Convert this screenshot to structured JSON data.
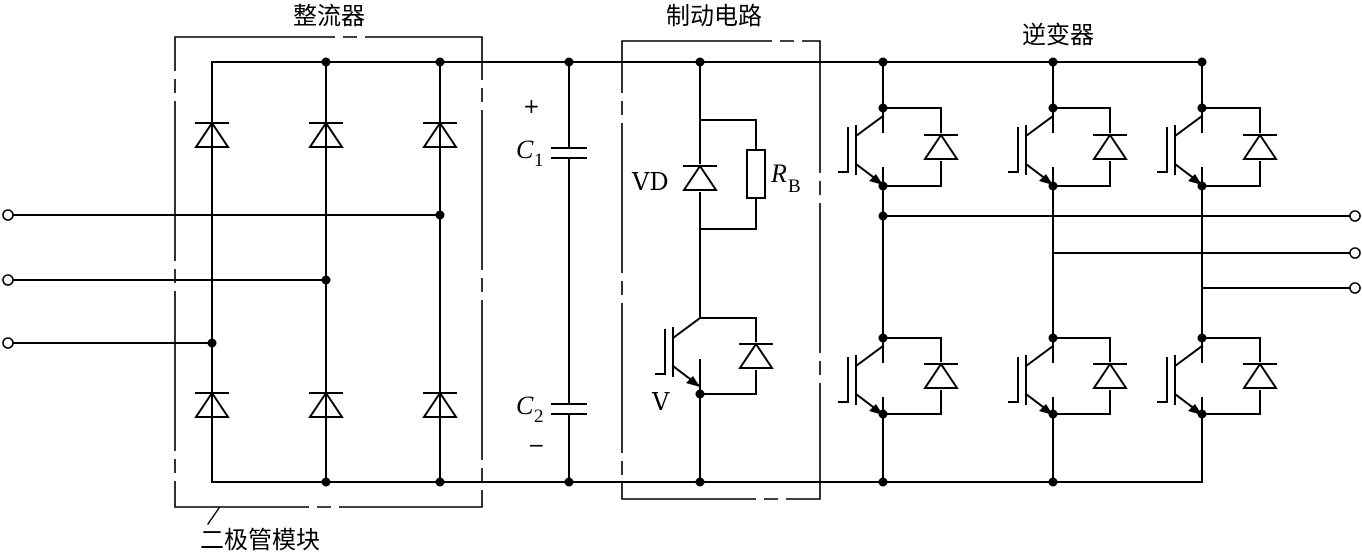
{
  "blocks": {
    "rectifier": "整流器",
    "brake": "制动电路",
    "inverter": "逆变器",
    "diode_module": "二极管模块"
  },
  "caps": {
    "c1_letter": "C",
    "c1_sub": "1",
    "c2_letter": "C",
    "c2_sub": "2",
    "plus": "+",
    "minus": "−"
  },
  "brake": {
    "vd": "VD",
    "rb_letter": "R",
    "rb_sub": "B",
    "v": "V"
  }
}
